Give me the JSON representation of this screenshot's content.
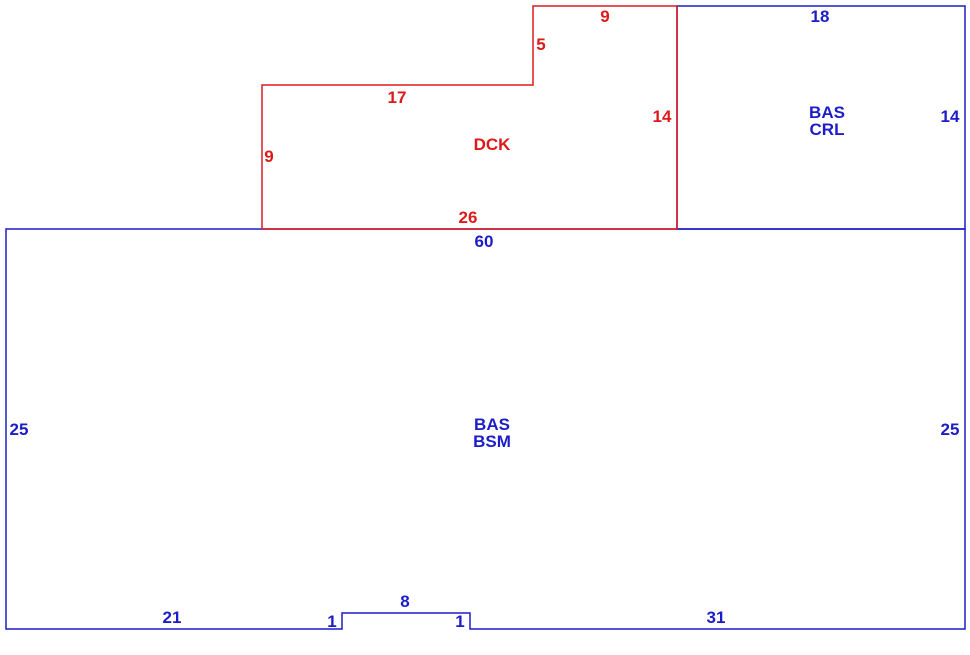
{
  "colors": {
    "main": "#1c1cc8",
    "deck": "#dd1a1a"
  },
  "areas": {
    "bsm": {
      "code_1": "BAS",
      "code_2": "BSM"
    },
    "crl": {
      "code_1": "BAS",
      "code_2": "CRL"
    },
    "dck": {
      "code": "DCK"
    }
  },
  "dimensions": {
    "bsm": {
      "top": "60",
      "left": "25",
      "right": "25",
      "bottom_left": "21",
      "bottom_right": "31",
      "notch_left": "1",
      "notch_right": "1",
      "notch_top": "8"
    },
    "crl": {
      "top": "18",
      "right": "14"
    },
    "dck": {
      "top": "9",
      "step": "5",
      "upper_left": "17",
      "left": "9",
      "right": "14",
      "bottom": "26"
    }
  }
}
